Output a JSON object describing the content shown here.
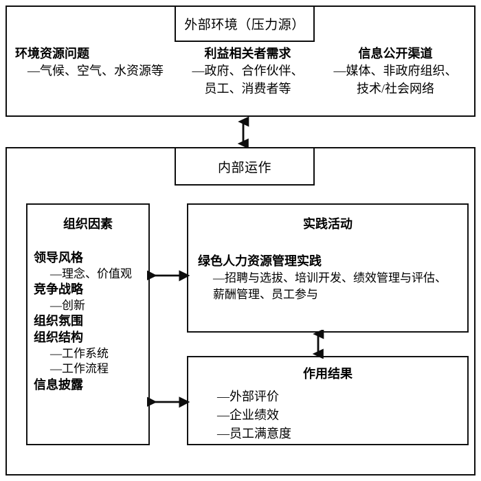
{
  "diagram": {
    "external_section": {
      "title": "外部环境（压力源）",
      "columns": [
        {
          "heading": "环境资源问题",
          "sublines": [
            "—气候、空气、水资源等"
          ]
        },
        {
          "heading": "利益相关者需求",
          "sublines": [
            "—政府、合作伙伴、",
            "员工、消费者等"
          ]
        },
        {
          "heading": "信息公开渠道",
          "sublines": [
            "—媒体、非政府组织、",
            "技术/社会网络"
          ]
        }
      ]
    },
    "internal_section": {
      "title": "内部运作",
      "org_factors": {
        "title": "组织因素",
        "items": [
          {
            "text": "领导风格",
            "style": "bold"
          },
          {
            "text": "—理念、价值观",
            "style": "plain"
          },
          {
            "text": "竞争战略",
            "style": "bold"
          },
          {
            "text": "—创新",
            "style": "plain"
          },
          {
            "text": "组织氛围",
            "style": "bold"
          },
          {
            "text": "组织结构",
            "style": "bold"
          },
          {
            "text": "—工作系统",
            "style": "plain"
          },
          {
            "text": "—工作流程",
            "style": "plain"
          },
          {
            "text": "信息披露",
            "style": "bold"
          }
        ]
      },
      "practice": {
        "title": "实践活动",
        "heading": "绿色人力资源管理实践",
        "sublines": [
          "—招聘与选拔、培训开发、绩效管理与评估、",
          "薪酬管理、员工参与"
        ]
      },
      "outcome": {
        "title": "作用结果",
        "items": [
          "—外部评价",
          "—企业绩效",
          "—员工满意度"
        ]
      }
    },
    "connectors": [
      {
        "name": "external-to-internal",
        "direction": "vertical-double"
      },
      {
        "name": "org-to-practice",
        "direction": "horizontal-double"
      },
      {
        "name": "org-to-outcome",
        "direction": "horizontal-double"
      },
      {
        "name": "practice-to-outcome",
        "direction": "vertical-double"
      }
    ],
    "colors": {
      "stroke": "#0d0d0d",
      "background": "#ffffff",
      "text": "#000000"
    }
  }
}
